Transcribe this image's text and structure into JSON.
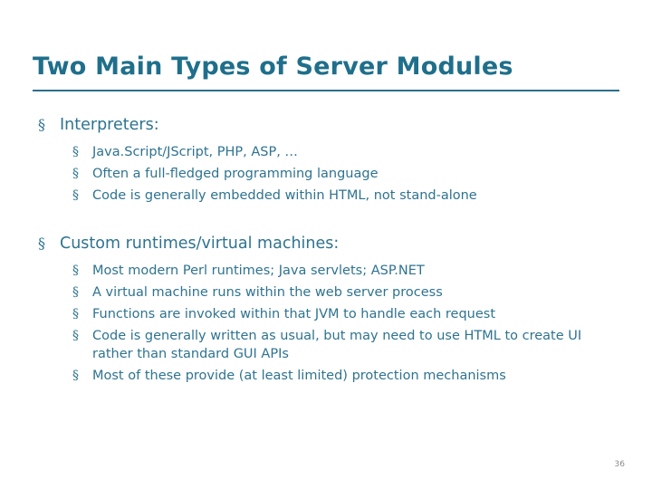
{
  "slide": {
    "title": "Two Main Types of Server Modules",
    "page_number": "36",
    "accent_color": "#2C6E8E",
    "text_color": "#2E7390",
    "bullet_glyph": "§",
    "sections": [
      {
        "heading": "Interpreters:",
        "items": [
          "Java.Script/JScript, PHP, ASP, …",
          "Often a full-fledged programming language",
          "Code is generally embedded within HTML, not stand-alone"
        ]
      },
      {
        "heading": "Custom runtimes/virtual machines:",
        "items": [
          "Most modern Perl runtimes; Java servlets; ASP.NET",
          "A virtual machine runs within the web server process",
          "Functions are invoked within that JVM to handle each request",
          "Code is generally written as usual, but may need to use HTML to create UI rather than standard GUI APIs",
          "Most of these provide (at least limited) protection mechanisms"
        ]
      }
    ]
  }
}
